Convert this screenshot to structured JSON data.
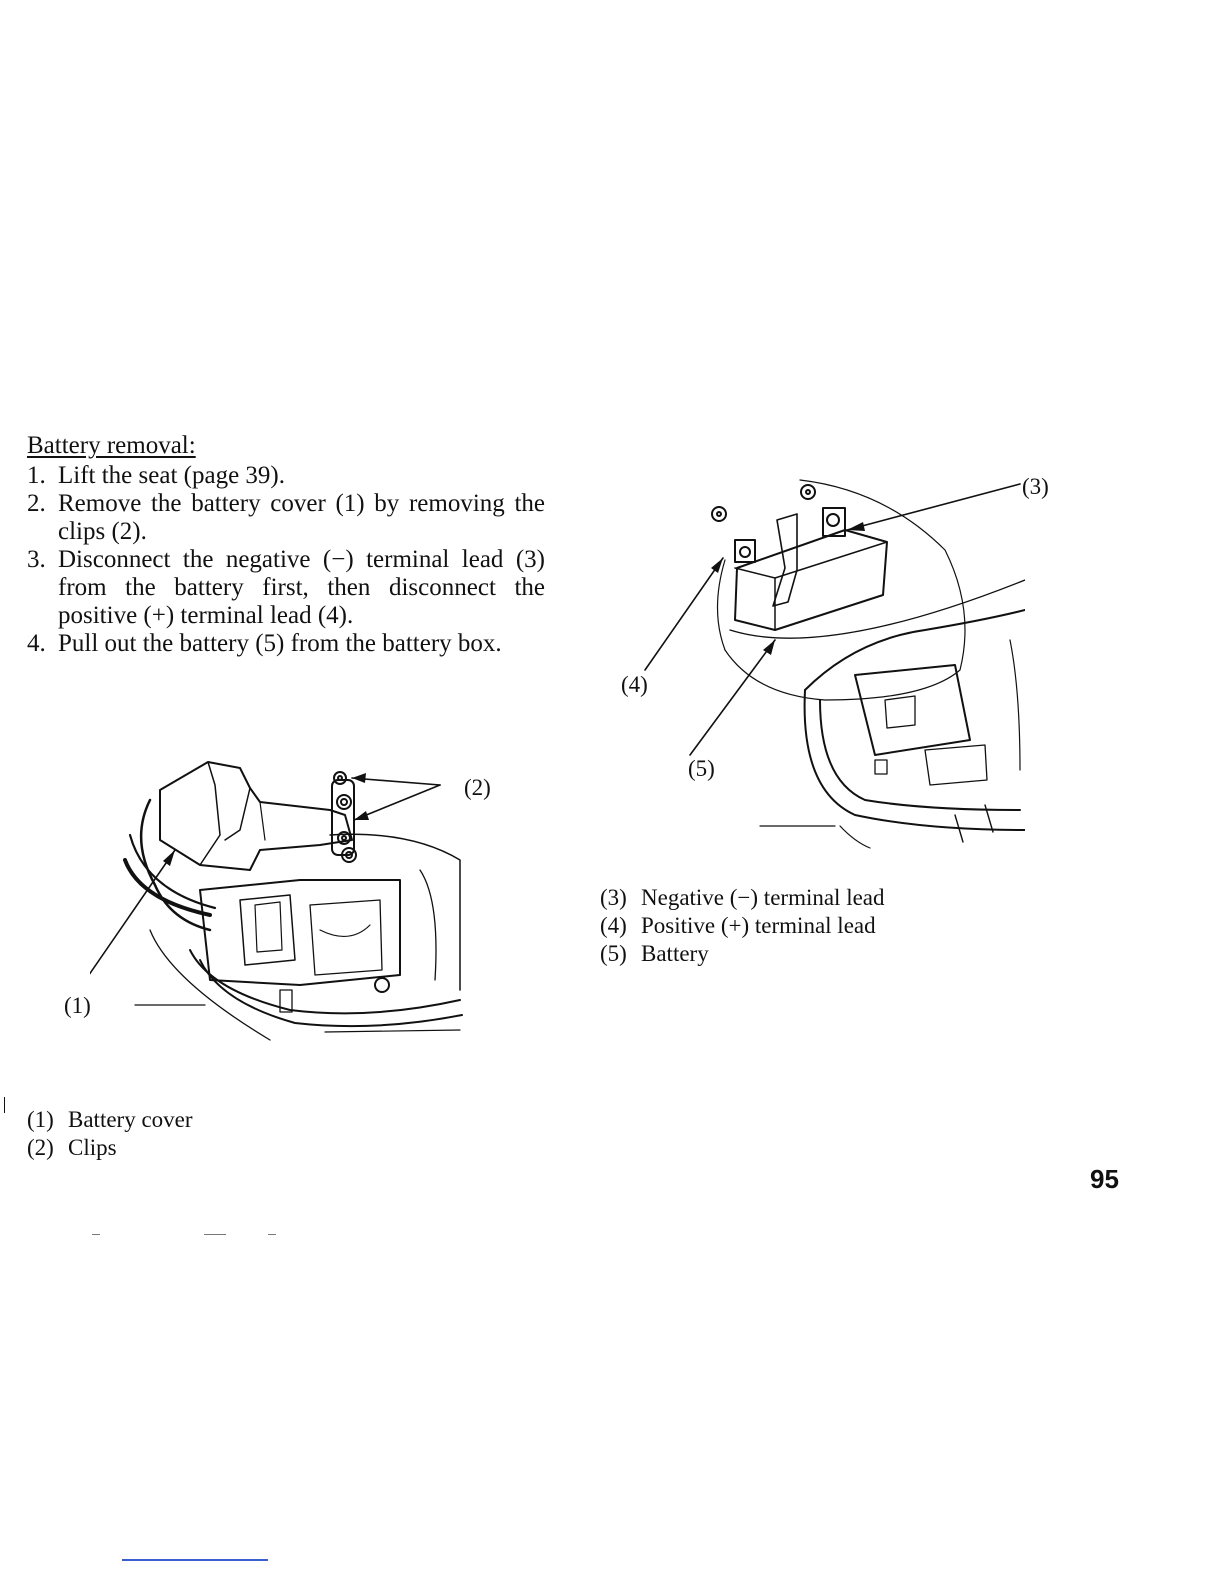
{
  "section": {
    "title": "Battery removal:",
    "steps": [
      {
        "num": "1.",
        "text": "Lift the seat (page 39)."
      },
      {
        "num": "2.",
        "text": "Remove the battery cover (1) by removing the clips (2)."
      },
      {
        "num": "3.",
        "text": "Disconnect the negative (−) terminal lead (3) from the battery first, then disconnect the positive (+) terminal lead (4)."
      },
      {
        "num": "4.",
        "text": "Pull out the battery (5) from the battery box."
      }
    ]
  },
  "figure_left": {
    "callouts": {
      "cover": "(1)",
      "clips": "(2)"
    },
    "legend": [
      {
        "ref": "(1)",
        "label": "Battery cover"
      },
      {
        "ref": "(2)",
        "label": "Clips"
      }
    ]
  },
  "figure_right": {
    "callouts": {
      "negative": "(3)",
      "positive": "(4)",
      "battery": "(5)"
    },
    "legend": [
      {
        "ref": "(3)",
        "label": "Negative (−) terminal lead"
      },
      {
        "ref": "(4)",
        "label": "Positive (+) terminal lead"
      },
      {
        "ref": "(5)",
        "label": "Battery"
      }
    ]
  },
  "page_number": "95"
}
